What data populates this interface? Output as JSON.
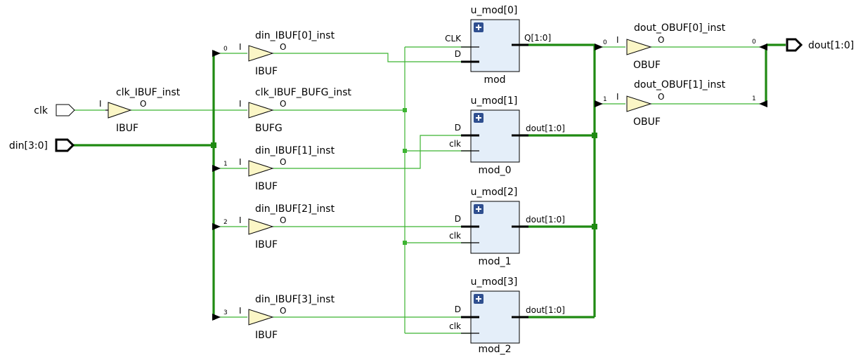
{
  "ports": {
    "clk": "clk",
    "din": "din[3:0]",
    "dout": "dout[1:0]"
  },
  "ibufs": [
    {
      "name": "clk_IBUF_inst",
      "type": "IBUF",
      "in": "I",
      "out": "O",
      "index": ""
    },
    {
      "name": "din_IBUF[0]_inst",
      "type": "IBUF",
      "in": "I",
      "out": "O",
      "index": "0"
    },
    {
      "name": "clk_IBUF_BUFG_inst",
      "type": "BUFG",
      "in": "I",
      "out": "O",
      "index": ""
    },
    {
      "name": "din_IBUF[1]_inst",
      "type": "IBUF",
      "in": "I",
      "out": "O",
      "index": "1"
    },
    {
      "name": "din_IBUF[2]_inst",
      "type": "IBUF",
      "in": "I",
      "out": "O",
      "index": "2"
    },
    {
      "name": "din_IBUF[3]_inst",
      "type": "IBUF",
      "in": "I",
      "out": "O",
      "index": "3"
    }
  ],
  "modules": [
    {
      "inst": "u_mod[0]",
      "cell": "mod",
      "pin_a": "CLK",
      "pin_b": "D",
      "out": "Q[1:0]"
    },
    {
      "inst": "u_mod[1]",
      "cell": "mod_0",
      "pin_a": "D",
      "pin_b": "clk",
      "out": "dout[1:0]"
    },
    {
      "inst": "u_mod[2]",
      "cell": "mod_1",
      "pin_a": "D",
      "pin_b": "clk",
      "out": "dout[1:0]"
    },
    {
      "inst": "u_mod[3]",
      "cell": "mod_2",
      "pin_a": "D",
      "pin_b": "clk",
      "out": "dout[1:0]"
    }
  ],
  "obufs": [
    {
      "name": "dout_OBUF[0]_inst",
      "type": "OBUF",
      "in": "I",
      "out": "O",
      "index_in": "0",
      "index_out": "0"
    },
    {
      "name": "dout_OBUF[1]_inst",
      "type": "OBUF",
      "in": "I",
      "out": "O",
      "index_in": "1",
      "index_out": "1"
    }
  ],
  "expand_icon": "plus-icon",
  "colors": {
    "wire": "#3cb431",
    "bus": "#1f8a12",
    "buffer_fill": "#fbf6c6",
    "module_fill": "#e4eef9"
  }
}
